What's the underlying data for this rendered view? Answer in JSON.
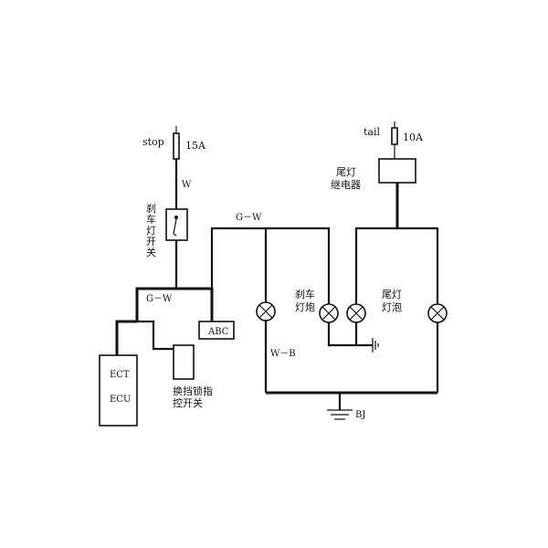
{
  "labels": {
    "stop": "stop",
    "fuse_15a": "15A",
    "w": "W",
    "brake_switch": [
      "刹",
      "车",
      "灯",
      "开",
      "关"
    ],
    "gw_top": "G－W",
    "gw_mid": "G－W",
    "abc": "ABC",
    "ect": "ECT",
    "ecu": "ECU",
    "shift_lock": [
      "换挡锁指",
      "控开关"
    ],
    "tail": "tail",
    "fuse_10a": "10A",
    "tail_relay": [
      "尾灯",
      "继电器"
    ],
    "brake_bulb": [
      "刹车",
      "灯炮"
    ],
    "tail_bulb": [
      "尾灯",
      "灯泡"
    ],
    "wb": "W－B",
    "bj": "BJ"
  },
  "colors": {
    "line": "#111111",
    "background": "#ffffff"
  },
  "icons": [
    "fuse-icon",
    "switch-icon",
    "lamp-icon",
    "ground-icon",
    "relay-icon"
  ]
}
